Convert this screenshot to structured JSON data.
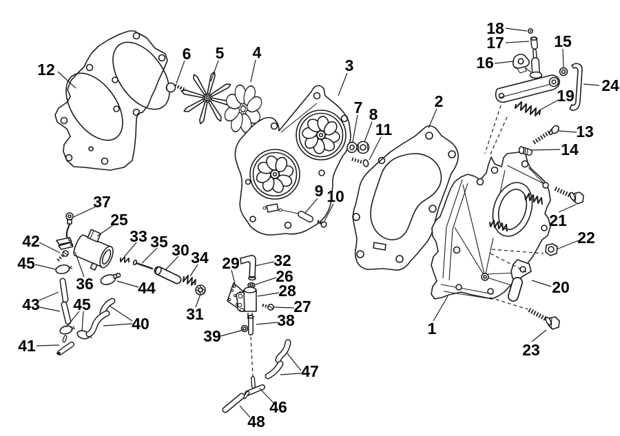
{
  "diagram": {
    "background": "#ffffff",
    "line_color": "#1c1c1c",
    "label_color": "#000000"
  },
  "callouts": [
    {
      "id": "12",
      "label": "12"
    },
    {
      "id": "6",
      "label": "6"
    },
    {
      "id": "5",
      "label": "5"
    },
    {
      "id": "4",
      "label": "4"
    },
    {
      "id": "3",
      "label": "3"
    },
    {
      "id": "7",
      "label": "7"
    },
    {
      "id": "8",
      "label": "8"
    },
    {
      "id": "11",
      "label": "11"
    },
    {
      "id": "2",
      "label": "2"
    },
    {
      "id": "9",
      "label": "9"
    },
    {
      "id": "10",
      "label": "10"
    },
    {
      "id": "18",
      "label": "18"
    },
    {
      "id": "17",
      "label": "17"
    },
    {
      "id": "16",
      "label": "16"
    },
    {
      "id": "15",
      "label": "15"
    },
    {
      "id": "19",
      "label": "19"
    },
    {
      "id": "24",
      "label": "24"
    },
    {
      "id": "13",
      "label": "13"
    },
    {
      "id": "14",
      "label": "14"
    },
    {
      "id": "21",
      "label": "21"
    },
    {
      "id": "22",
      "label": "22"
    },
    {
      "id": "20",
      "label": "20"
    },
    {
      "id": "23",
      "label": "23"
    },
    {
      "id": "1",
      "label": "1"
    },
    {
      "id": "37",
      "label": "37"
    },
    {
      "id": "25",
      "label": "25"
    },
    {
      "id": "42",
      "label": "42"
    },
    {
      "id": "45a",
      "label": "45"
    },
    {
      "id": "36",
      "label": "36"
    },
    {
      "id": "33",
      "label": "33"
    },
    {
      "id": "35",
      "label": "35"
    },
    {
      "id": "30",
      "label": "30"
    },
    {
      "id": "34",
      "label": "34"
    },
    {
      "id": "31",
      "label": "31"
    },
    {
      "id": "44",
      "label": "44"
    },
    {
      "id": "43",
      "label": "43"
    },
    {
      "id": "45b",
      "label": "45"
    },
    {
      "id": "40",
      "label": "40"
    },
    {
      "id": "41",
      "label": "41"
    },
    {
      "id": "29",
      "label": "29"
    },
    {
      "id": "32",
      "label": "32"
    },
    {
      "id": "26",
      "label": "26"
    },
    {
      "id": "28",
      "label": "28"
    },
    {
      "id": "27",
      "label": "27"
    },
    {
      "id": "38",
      "label": "38"
    },
    {
      "id": "39",
      "label": "39"
    },
    {
      "id": "47",
      "label": "47"
    },
    {
      "id": "46",
      "label": "46"
    },
    {
      "id": "48",
      "label": "48"
    }
  ]
}
